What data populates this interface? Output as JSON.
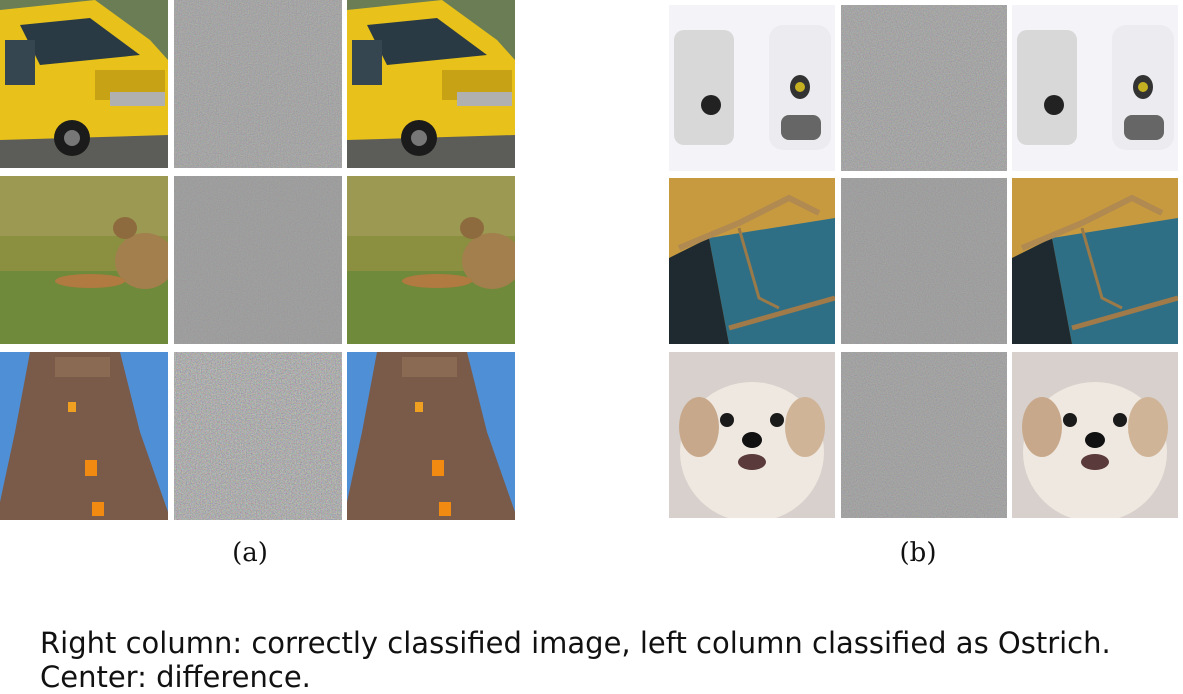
{
  "figure": {
    "panels": [
      {
        "label": "(a)",
        "rows": [
          {
            "subject": "school bus",
            "columns": [
              "school-bus-image",
              "difference-noise",
              "school-bus-image"
            ]
          },
          {
            "subject": "bird on grass",
            "columns": [
              "bird-image",
              "difference-noise",
              "bird-image"
            ]
          },
          {
            "subject": "temple tower",
            "columns": [
              "temple-image",
              "difference-noise",
              "temple-image"
            ]
          }
        ]
      },
      {
        "label": "(b)",
        "rows": [
          {
            "subject": "soap dispensers",
            "columns": [
              "dispenser-image",
              "difference-noise",
              "dispenser-image"
            ]
          },
          {
            "subject": "praying mantis",
            "columns": [
              "mantis-image",
              "difference-noise",
              "mantis-image"
            ]
          },
          {
            "subject": "white dog",
            "columns": [
              "dog-image",
              "difference-noise",
              "dog-image"
            ]
          }
        ]
      }
    ],
    "caption_line1": "Right column: correctly classified image, left column classified as Ostrich.",
    "caption_line2": "Center: difference."
  },
  "colors": {
    "bus_yellow": "#e8c21a",
    "grass_green": "#7f8f3a",
    "sky_blue": "#4f8fd6",
    "temple_brown": "#7a5a48",
    "noise_gray": "#8a8a8a",
    "mantis_teal": "#2f6f86",
    "dog_white": "#efe8e0"
  }
}
